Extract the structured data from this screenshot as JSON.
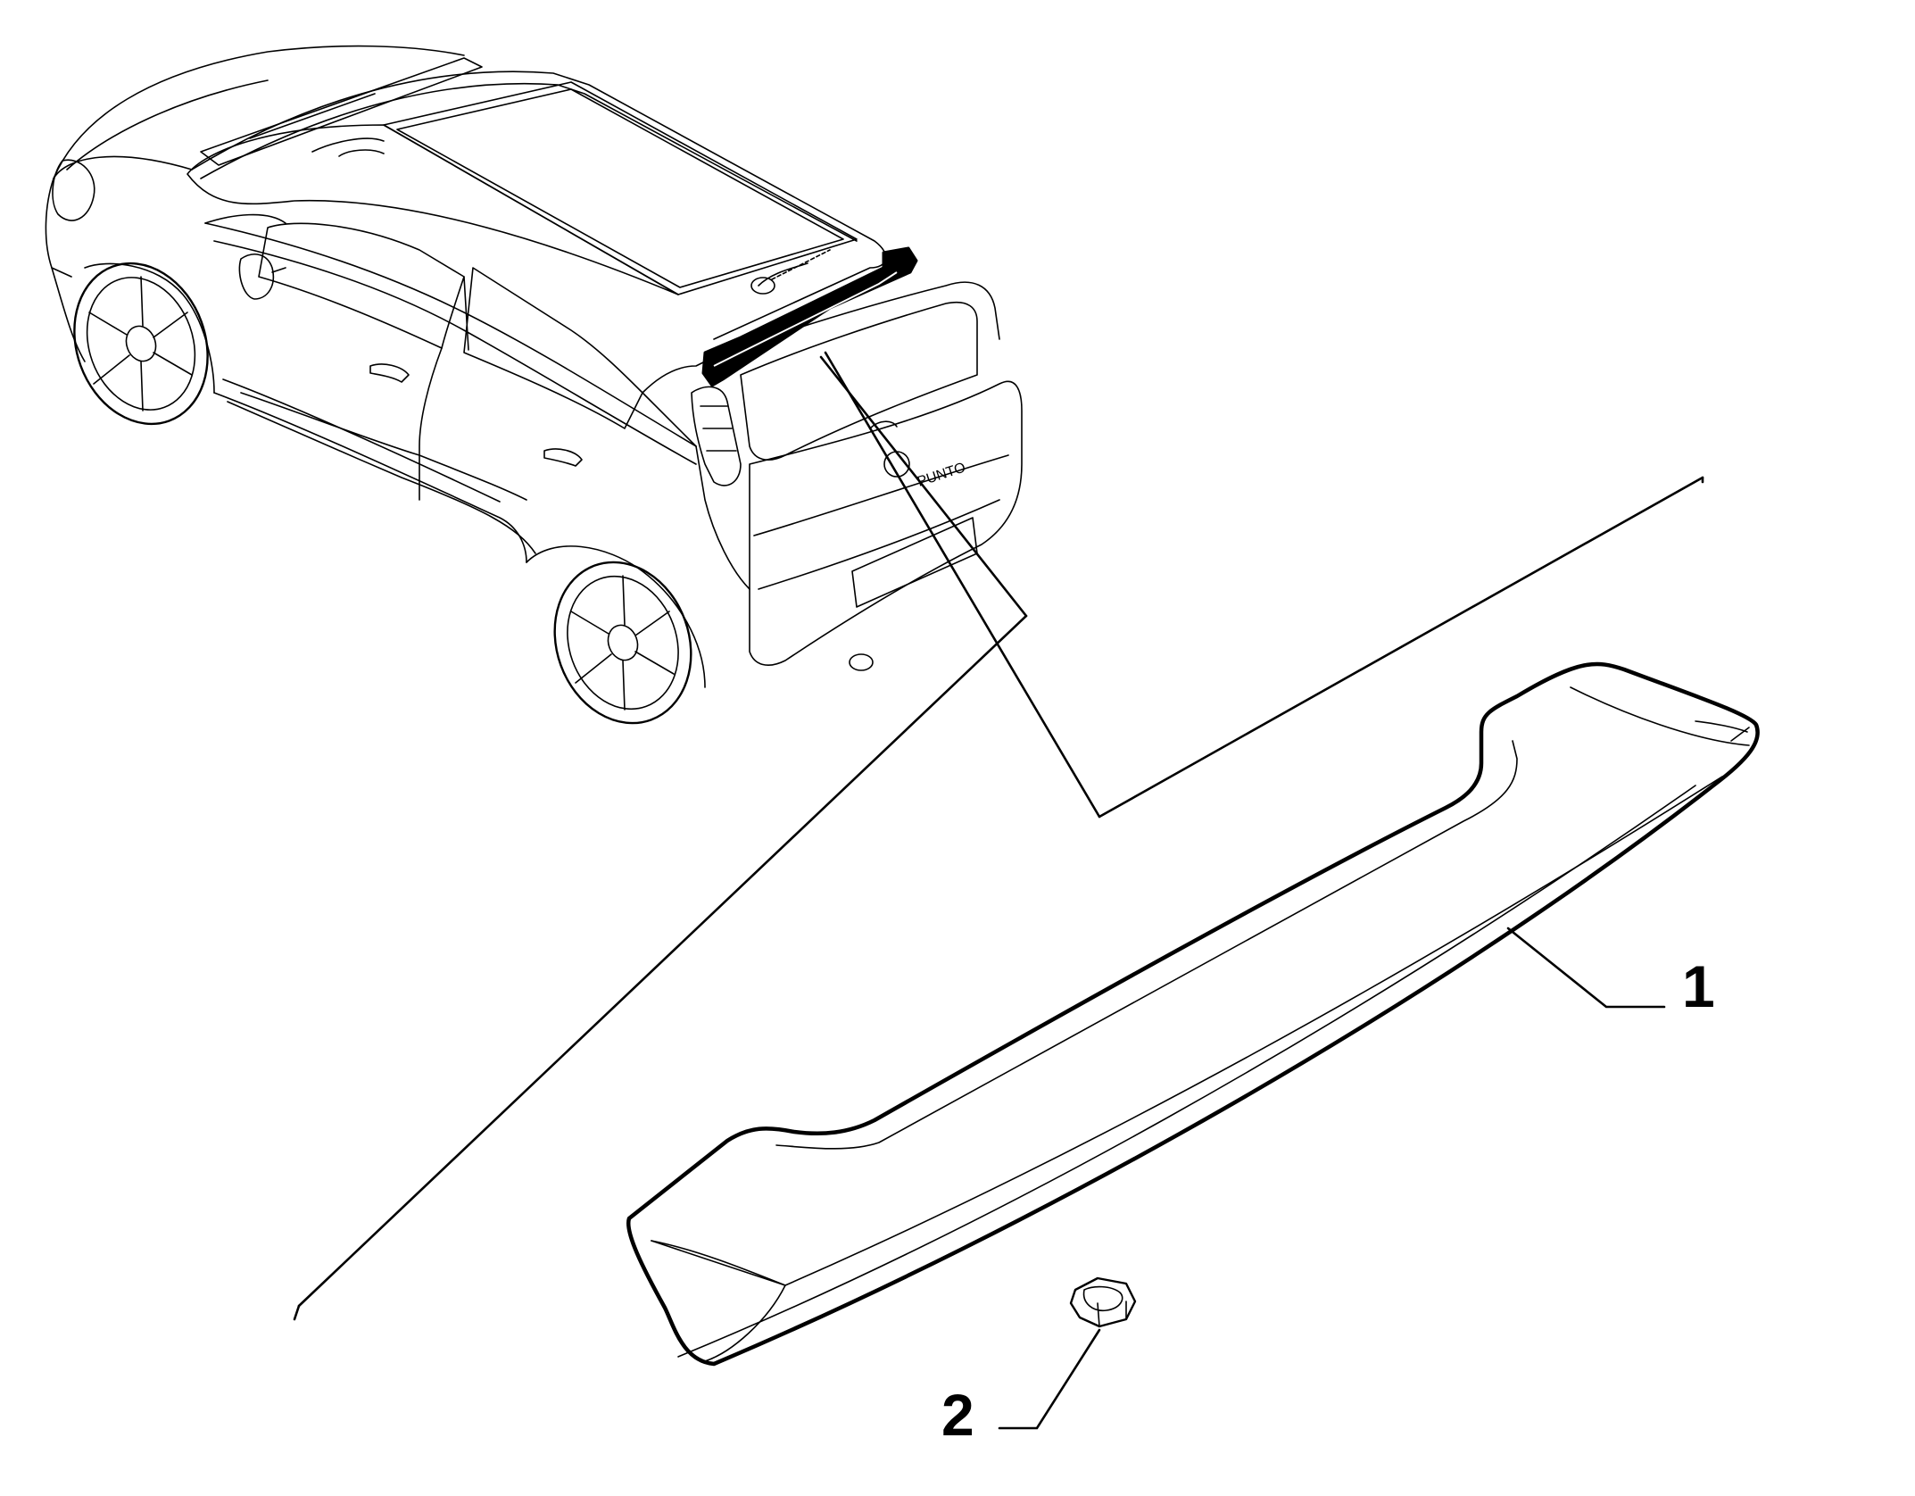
{
  "callouts": [
    {
      "number": "1",
      "part": "spoiler"
    },
    {
      "number": "2",
      "part": "nut"
    }
  ],
  "badge_text": "PUNTO",
  "colors": {
    "line": "#000000",
    "background": "#ffffff",
    "highlight_fill": "#000000"
  }
}
